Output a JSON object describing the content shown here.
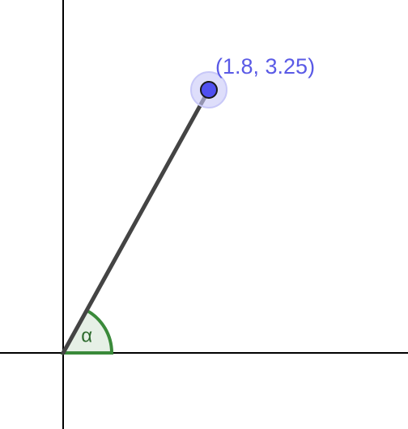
{
  "diagram": {
    "point": {
      "label": "(1.8, 3.25)",
      "x": 1.8,
      "y": 3.25
    },
    "angle": {
      "label": "α"
    },
    "colors": {
      "axis": "#000000",
      "segment": "#444444",
      "point_fill": "#5050f0",
      "point_halo": "#c8c8f8",
      "point_label": "#5a5ae6",
      "angle_stroke": "#3a8a3a",
      "angle_fill": "#e6f0e6",
      "angle_label": "#2e6b2e"
    }
  }
}
